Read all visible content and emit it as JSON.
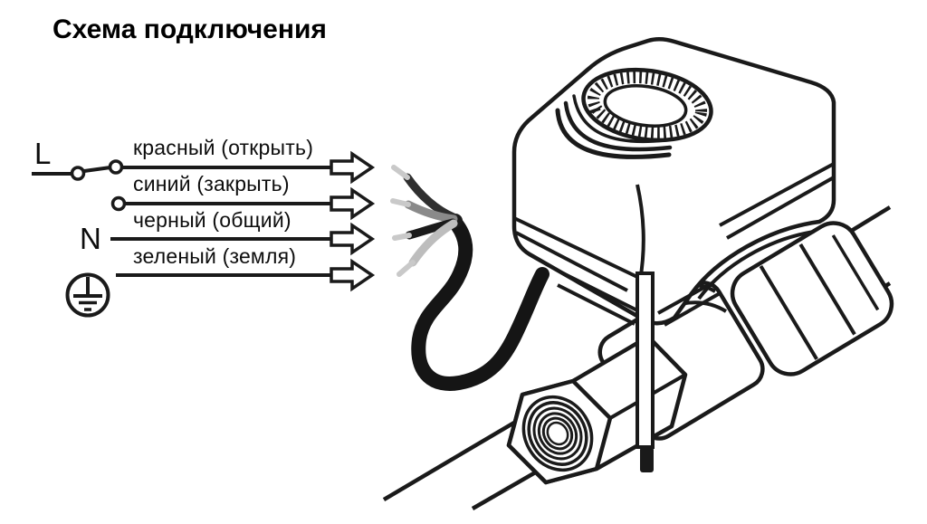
{
  "title": "Схема подключения",
  "schematic": {
    "terminal_l": "L",
    "terminal_n": "N",
    "wires": [
      {
        "label": "красный (открыть)",
        "color_name": "red"
      },
      {
        "label": "синий (закрыть)",
        "color_name": "blue"
      },
      {
        "label": "черный (общий)",
        "color_name": "black"
      },
      {
        "label": "зеленый (земля)",
        "color_name": "green"
      }
    ]
  },
  "colors": {
    "line": "#1a1a1a",
    "wire_red_drawn": "#2f2f2f",
    "wire_blue_drawn": "#8a8a8a",
    "wire_black_drawn": "#1a1a1a",
    "wire_green_drawn": "#bdbdbd",
    "wire_bare_tip": "#c9c9c9",
    "background": "#ffffff"
  }
}
